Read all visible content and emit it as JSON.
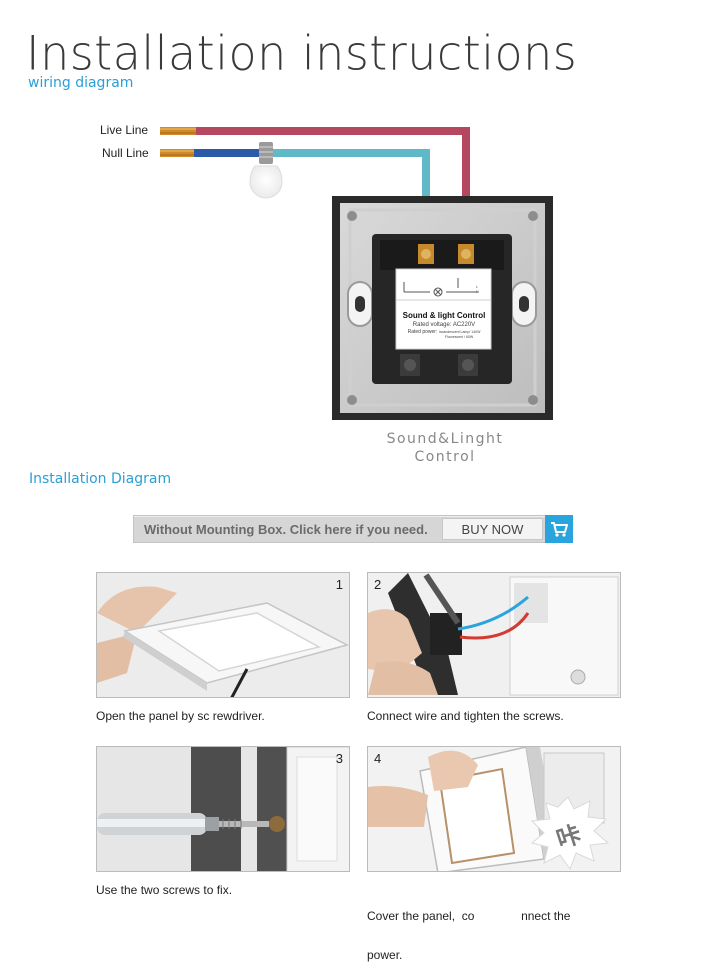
{
  "header": {
    "title": "Installation instructions",
    "subtitle": "wiring diagram"
  },
  "wiring": {
    "live_label": "Live Line",
    "null_label": "Null Line",
    "module_title": "Sound & light Control",
    "module_voltage": "Rated voltage: AC220V",
    "module_power": "Rated power:",
    "module_power_detail": "Incandescent Lamp/ 140W",
    "module_power_detail2": "Fluorescent / 60W",
    "module_terminal_l": "L",
    "module_terminal_n": "N",
    "caption_line1": "Sound&Linght",
    "caption_line2": "Control",
    "colors": {
      "live": "#b5485e",
      "null": "#2c5aa8",
      "neutral_run": "#5fb9c7"
    }
  },
  "installation": {
    "title": "Installation Diagram"
  },
  "buy_bar": {
    "message": "Without Mounting Box. Click here if you need.",
    "button_label": "BUY NOW",
    "icon": "cart-icon",
    "accent": "#2aa4dc"
  },
  "steps": [
    {
      "number": "1",
      "caption": "Open the panel by sc          rewdriver."
    },
    {
      "number": "2",
      "caption": "Connect wire and tighten the screws."
    },
    {
      "number": "3",
      "caption": "Use the two screws to fix."
    },
    {
      "number": "4",
      "caption_line1": "Cover the panel,  co              nnect the",
      "caption_line2": "power.",
      "click_glyph": "咔"
    }
  ]
}
